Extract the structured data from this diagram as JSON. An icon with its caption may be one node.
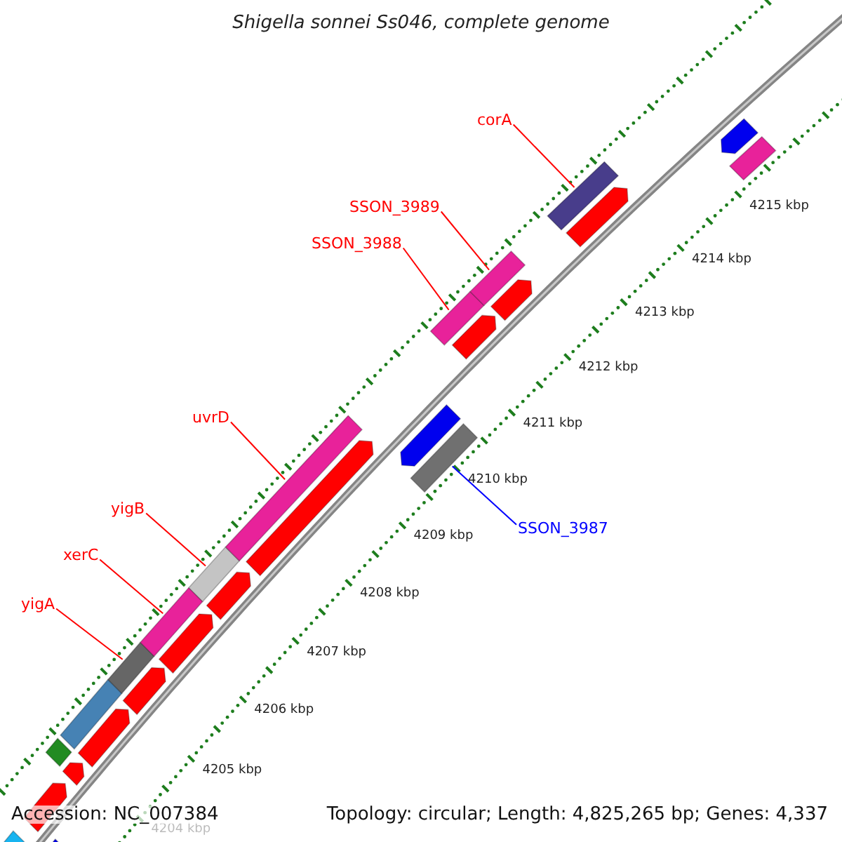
{
  "diagram": {
    "title": "Shigella sonnei Ss046, complete genome",
    "nodes": [
      {
        "text": [
          "corA"
        ]
      },
      {
        "text": [
          "SSON_3989"
        ]
      },
      {
        "text": [
          "SSON_3988"
        ]
      },
      {
        "text": [
          "uvrD"
        ]
      },
      {
        "text": [
          "yigB"
        ]
      },
      {
        "text": [
          "SSON_3987"
        ]
      },
      {
        "text": [
          "xerC"
        ]
      },
      {
        "text": [
          "yigA"
        ]
      },
      {
        "text": [],
        "shape": "pentagon"
      },
      {
        "text": [],
        "shape": "pentagon"
      },
      {
        "text": [],
        "shape": "pentagon"
      },
      {
        "text": [],
        "shape": "bar"
      },
      {
        "text": [],
        "shape": "pentagon"
      },
      {
        "text": [],
        "shape": "bar"
      },
      {
        "text": [],
        "shape": "pentagon"
      },
      {
        "text": [],
        "shape": "bar"
      },
      {
        "text": [],
        "shape": "pentagon"
      },
      {
        "text": [],
        "shape": "bar"
      },
      {
        "text": [],
        "shape": "pentagon"
      },
      {
        "text": [],
        "shape": "bar"
      },
      {
        "text": [],
        "shape": "pentagon"
      },
      {
        "text": [],
        "shape": "bar"
      },
      {
        "text": [],
        "shape": "pentagon"
      },
      {
        "text": [],
        "shape": "bar"
      },
      {
        "text": [],
        "shape": "pentagon"
      },
      {
        "text": [],
        "shape": "bar"
      },
      {
        "text": [],
        "shape": "pentagon"
      },
      {
        "text": [],
        "shape": "bar"
      },
      {
        "text": [],
        "shape": "pentagon"
      },
      {
        "text": [],
        "shape": "bar"
      },
      {
        "text": [],
        "shape": "pentagon"
      },
      {
        "text": [],
        "shape": "bar"
      },
      {
        "text": [],
        "shape": "pentagon"
      }
    ],
    "edges": [
      {
        "from": 0,
        "to": 29,
        "arrow": "none"
      },
      {
        "from": 1,
        "to": 27,
        "arrow": "none"
      },
      {
        "from": 2,
        "to": 25,
        "arrow": "none"
      },
      {
        "from": 3,
        "to": 21,
        "arrow": "none"
      },
      {
        "from": 4,
        "to": 19,
        "arrow": "none"
      },
      {
        "from": 5,
        "to": 23,
        "arrow": "none",
        "color": "#0000ff"
      },
      {
        "from": 6,
        "to": 17,
        "arrow": "none"
      },
      {
        "from": 7,
        "to": 15,
        "arrow": "none"
      }
    ],
    "labels": [
      "4215 kbp",
      "4214 kbp",
      "4213 kbp",
      "4212 kbp",
      "4211 kbp",
      "4210 kbp",
      "4209 kbp",
      "4208 kbp",
      "4207 kbp",
      "4206 kbp",
      "4205 kbp",
      "4204 kbp",
      "Accession: NC_007384",
      "Topology: circular; Length: 4,825,265 bp; Genes: 4,337"
    ]
  }
}
